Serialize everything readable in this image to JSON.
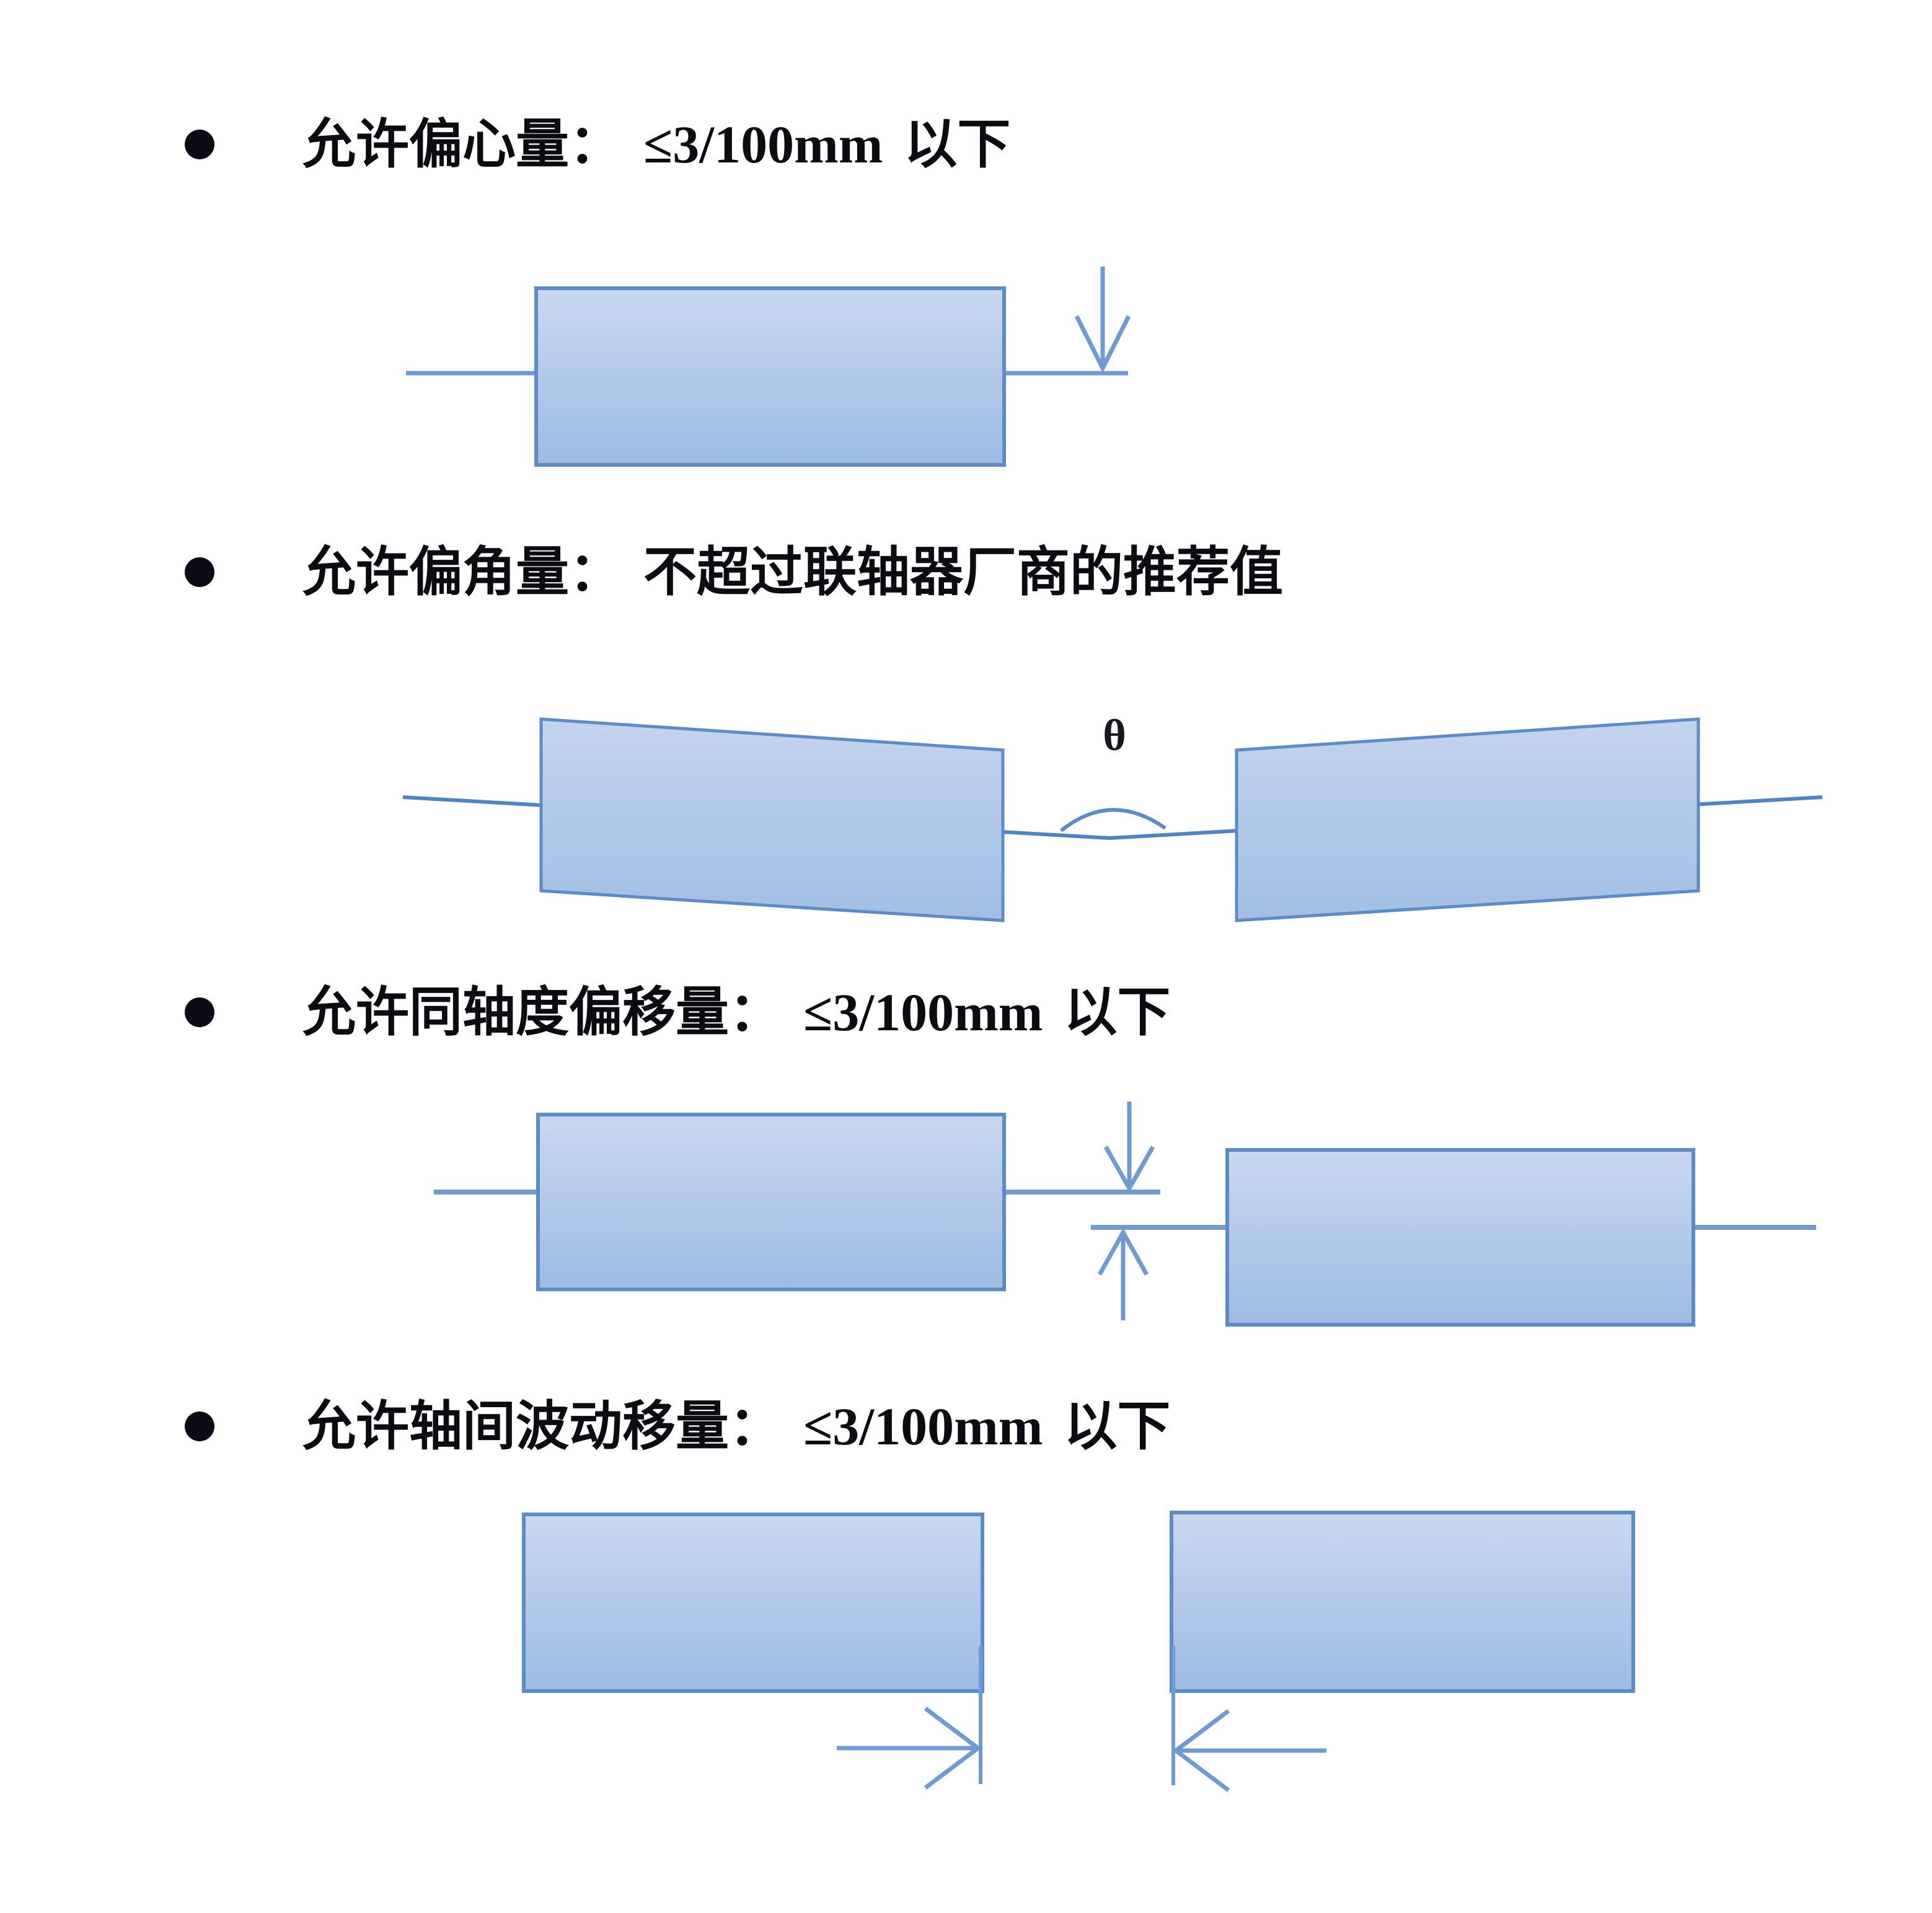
{
  "document": {
    "background_color": "#ffffff",
    "text_color": "#0b0b12",
    "shape_fill_light": "#c6d6ee",
    "shape_fill_dark": "#9cbbe2",
    "shape_stroke": "#5b8cc8",
    "line_color": "#6f9ad4",
    "bullet_color": "#0a0a14"
  },
  "bullets": [
    {
      "marker": "filled-round-bullet",
      "label_cjk": "允许偏心量：",
      "label_value": "≤3/100mm",
      "label_suffix": "以下",
      "full_text": "允许偏心量： ≤3/100mm 以下"
    },
    {
      "marker": "filled-round-bullet",
      "label_cjk": "允许偏角量：",
      "label_value": "不超过联轴器厂商的推荐值",
      "label_suffix": "",
      "full_text": "允许偏角量： 不超过联轴器厂商的推荐值"
    },
    {
      "marker": "filled-round-bullet",
      "label_cjk": "允许同轴度偏移量：",
      "label_value": "≤3/100mm",
      "label_suffix": "以下",
      "full_text": "允许同轴度偏移量： ≤3/100mm 以下"
    },
    {
      "marker": "filled-round-bullet",
      "label_cjk": "允许轴间波动移量：",
      "label_value": "≤3/100mm",
      "label_suffix": "以下",
      "full_text": "允许轴间波动移量： ≤3/100mm 以下"
    }
  ],
  "figures": [
    {
      "id": "eccentricity-figure",
      "description": "单个矩形轴端，中心轴线水平穿过，右侧向下箭头表示偏心量",
      "annotation": ""
    },
    {
      "id": "angular-misalignment-figure",
      "description": "两个相向倾斜的矩形轴端，轴线在中间相交成角，标注角度符号",
      "annotation": "θ"
    },
    {
      "id": "parallel-offset-figure",
      "description": "左右两个矩形轴端，轴线平行但上下错开，中间上下箭头表示同轴度偏移量",
      "annotation": ""
    },
    {
      "id": "axial-float-figure",
      "description": "左右两个矩形轴端端面之间留间隙，下方左右相对箭头表示轴间波动移量",
      "annotation": ""
    }
  ]
}
